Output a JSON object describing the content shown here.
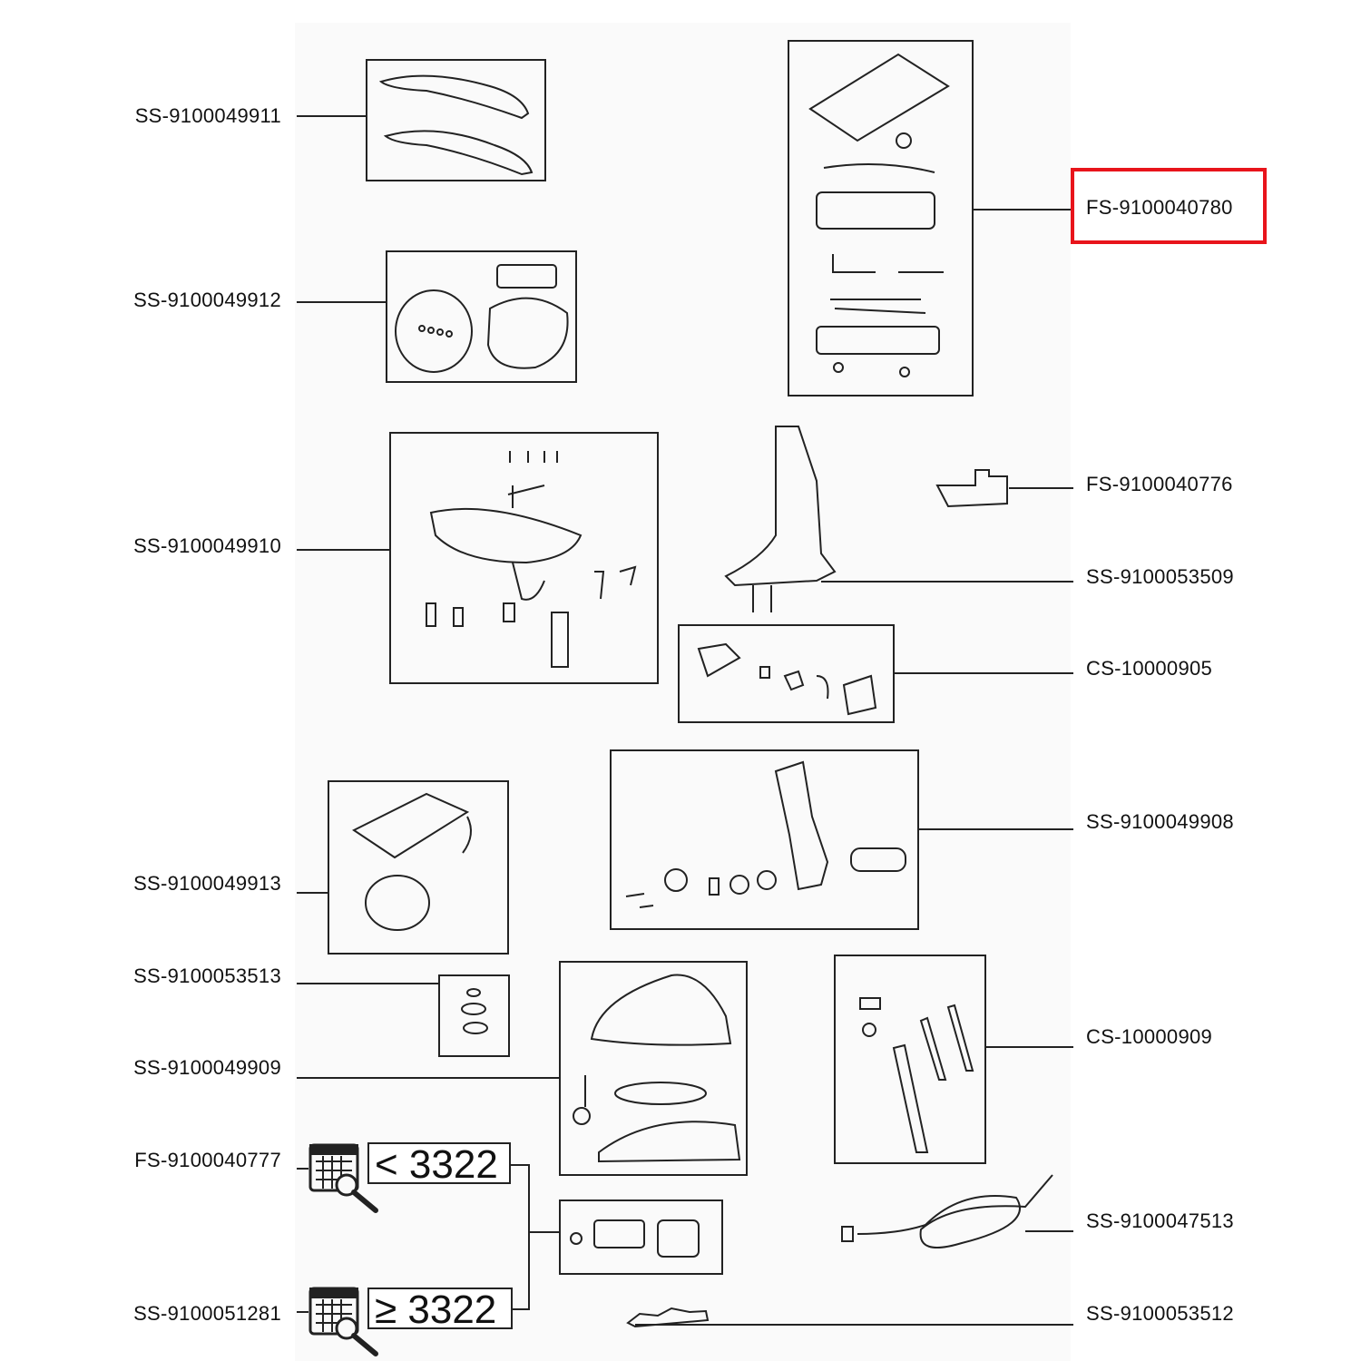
{
  "parts_left": [
    {
      "id": "SS-9100049911"
    },
    {
      "id": "SS-9100049912"
    },
    {
      "id": "SS-9100049910"
    },
    {
      "id": "SS-9100049913"
    },
    {
      "id": "SS-9100053513"
    },
    {
      "id": "SS-9100049909"
    },
    {
      "id": "FS-9100040777"
    },
    {
      "id": "SS-9100051281"
    }
  ],
  "parts_right": [
    {
      "id": "FS-9100040780",
      "highlighted": true
    },
    {
      "id": "FS-9100040776"
    },
    {
      "id": "SS-9100053509"
    },
    {
      "id": "CS-10000905"
    },
    {
      "id": "SS-9100049908"
    },
    {
      "id": "CS-10000909"
    },
    {
      "id": "SS-9100047513"
    },
    {
      "id": "SS-9100053512"
    }
  ],
  "date_codes": {
    "before": "< 3322",
    "from": "≥ 3322"
  },
  "icons": {
    "date_lookup": "calendar-magnifier-icon"
  },
  "colors": {
    "highlight": "#e8141b",
    "line": "#222222"
  }
}
